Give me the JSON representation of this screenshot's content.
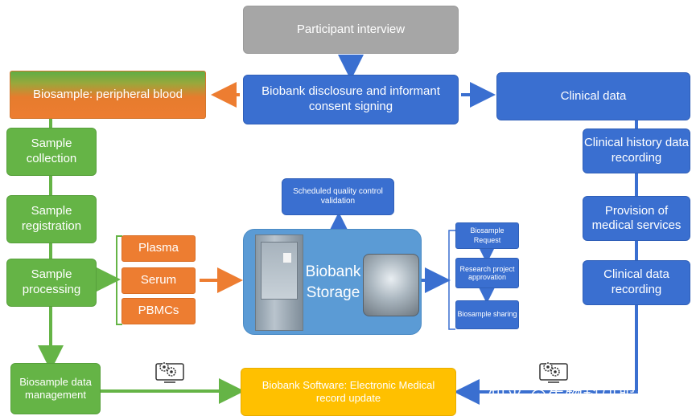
{
  "nodes": {
    "participant_interview": "Participant interview",
    "biobank_disclosure": "Biobank disclosure and informant consent signing",
    "biosample_peripheral_blood": "Biosample: peripheral blood",
    "clinical_data": "Clinical data",
    "sample_collection": "Sample collection",
    "sample_registration": "Sample registration",
    "sample_processing": "Sample processing",
    "biosample_data_management": "Biosample data management",
    "plasma": "Plasma",
    "serum": "Serum",
    "pbmcs": "PBMCs",
    "biobank_storage": "Biobank Storage",
    "scheduled_qc": "Scheduled quality control validation",
    "biosample_request": "Biosample Request",
    "research_project_approval": "Research project approvation",
    "biosample_sharing": "Biosample sharing",
    "clinical_history_recording": "Clinical history data recording",
    "provision_medical_services": "Provision of medical services",
    "clinical_data_recording": "Clinical data recording",
    "biobank_software": "Biobank Software: Electronic Medical record update"
  },
  "watermark": "知乎 @生物科研服务",
  "colors": {
    "gray": "#a6a6a6",
    "blue": "#3a6fd0",
    "green": "#65b446",
    "orange": "#ed7d31",
    "yellow": "#ffc000",
    "storage_blue": "#5b9bd5"
  },
  "icons": [
    "gear-computer-icon",
    "gear-computer-icon"
  ]
}
